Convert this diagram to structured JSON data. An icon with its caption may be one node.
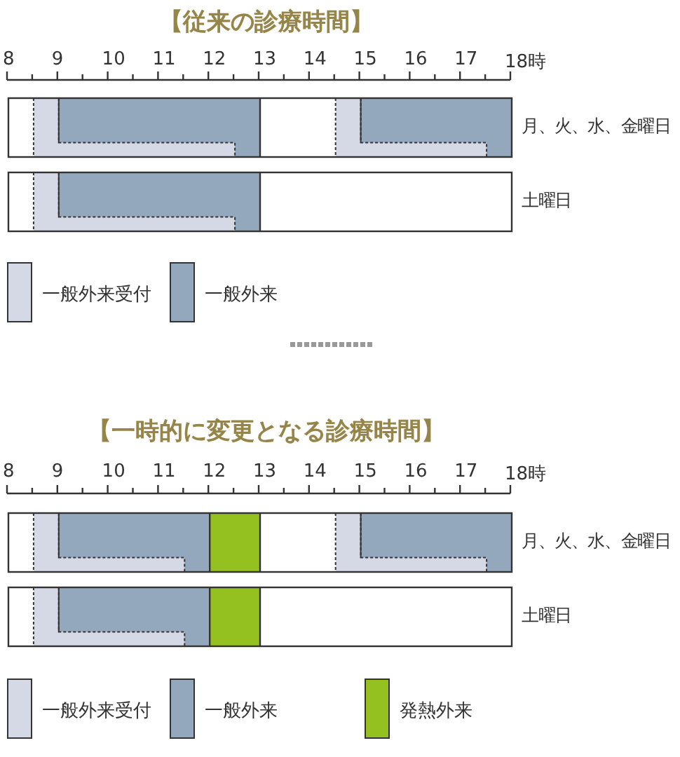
{
  "diagram": {
    "nodes": [
      {
        "text": [],
        "shape": "bar",
        "beside": [
          "月、火、水、金曜日"
        ]
      },
      {
        "text": [],
        "shape": "bar",
        "beside": [
          "土曜日"
        ]
      },
      {
        "text": [],
        "shape": "bar",
        "beside": [
          "月、火、水、金曜日"
        ]
      },
      {
        "text": [],
        "shape": "bar",
        "beside": [
          "土曜日"
        ]
      }
    ],
    "labels": [
      "【従来の診療時間】",
      "8",
      "9",
      "10",
      "11",
      "12",
      "13",
      "14",
      "15",
      "16",
      "17",
      "18時",
      "【一時的に変更となる診療時間】",
      "8",
      "9",
      "10",
      "11",
      "12",
      "13",
      "14",
      "15",
      "16",
      "17",
      "18時"
    ],
    "legend": [
      {
        "text": "一般外来受付",
        "color": "#d5d9e6"
      },
      {
        "text": "一般外来",
        "color": "#94a8bd"
      },
      {
        "text": "一般外来受付",
        "color": "#d5d9e6"
      },
      {
        "text": "一般外来",
        "color": "#94a8bd"
      },
      {
        "text": "発熱外来",
        "color": "#94c11f"
      }
    ]
  }
}
